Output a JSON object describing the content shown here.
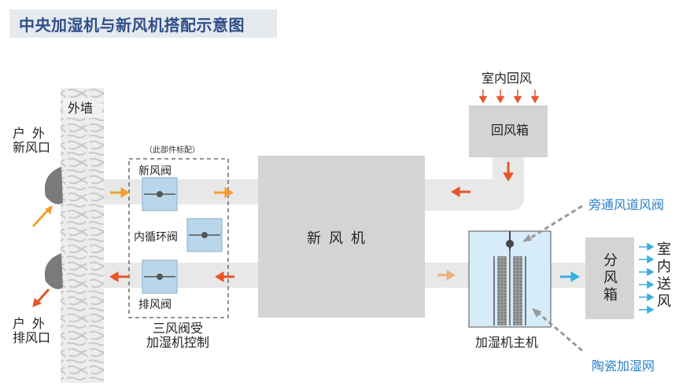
{
  "title": "中央加湿机与新风机搭配示意图",
  "labels": {
    "outer_wall": "外墙",
    "outdoor_fresh_inlet": "户  外\n新风口",
    "outdoor_exhaust": "户  外\n排风口",
    "standard_part_note": "（此部件标配）",
    "fresh_air_valve": "新风阀",
    "internal_circ_valve": "内循环阀",
    "exhaust_valve": "排风阀",
    "three_valve_note": "三风阀受\n加湿机控制",
    "fresh_air_unit": "新  风  机",
    "indoor_return": "室内回风",
    "return_box": "回风箱",
    "bypass_valve": "旁通风道风阀",
    "distribution_box": "分\n风\n箱",
    "indoor_supply": "室\n内\n送\n风",
    "humidifier_host": "加湿机主机",
    "ceramic_net": "陶瓷加湿网"
  },
  "colors": {
    "title_text": "#2f4f8a",
    "arrow_fresh": "#f0a030",
    "arrow_exhaust": "#e8542a",
    "arrow_supply": "#3aaee0",
    "arrow_warm": "#e8b27a",
    "duct": "#e8e8e8",
    "unit_box": "#d6d3d4",
    "valve": "#b9d6ea",
    "humidifier_body": "#d6ecf8",
    "label_blue": "#2a7fc7"
  }
}
